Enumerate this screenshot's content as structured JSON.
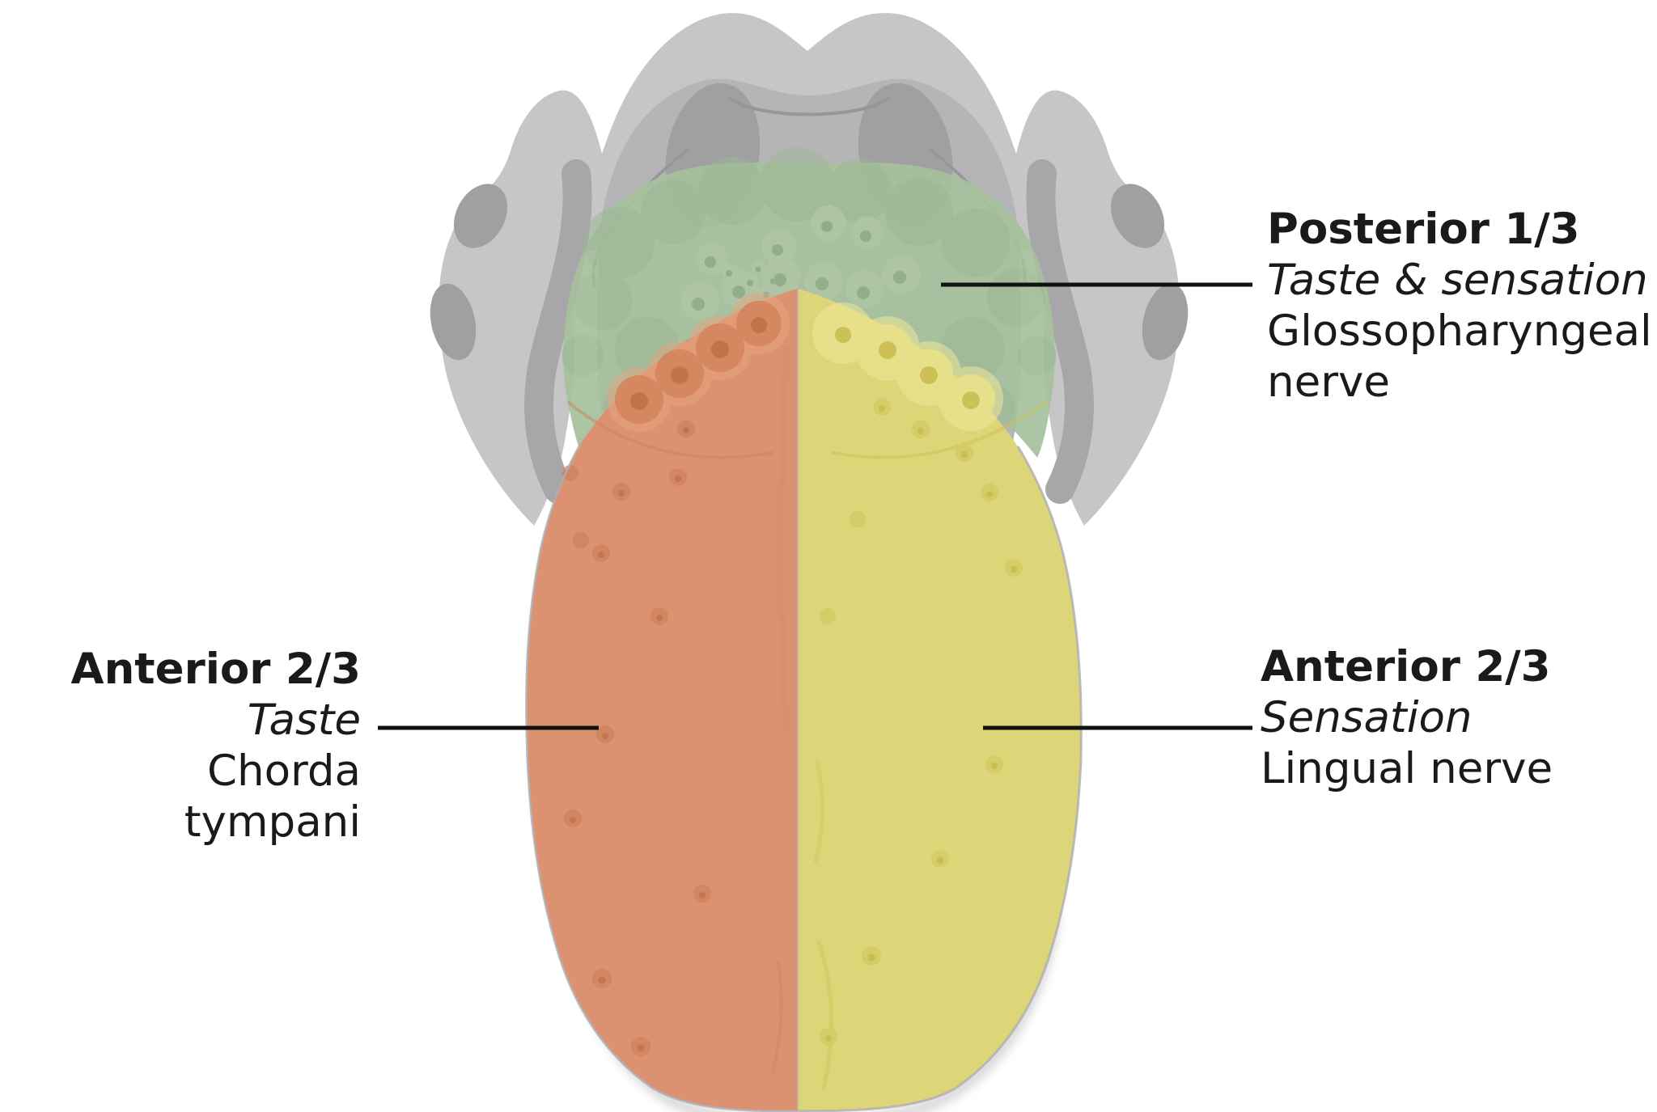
{
  "labels": {
    "posterior": {
      "heading": "Posterior 1/3",
      "modality": "Taste & sensation",
      "nerve": "Glossopharyngeal nerve"
    },
    "anterior_taste": {
      "heading": "Anterior 2/3",
      "modality": "Taste",
      "nerve": "Chorda tympani"
    },
    "anterior_sensation": {
      "heading": "Anterior 2/3",
      "modality": "Sensation",
      "nerve": "Lingual nerve"
    }
  },
  "colors": {
    "background": "#ffffff",
    "text": "#1a1a1a",
    "callout_line": "#111111",
    "posterior_region": "#a6c19d",
    "anterior_taste_region": "#dc9271",
    "anterior_sensation_region": "#ddd678",
    "jaw_light": "#c6c6c8",
    "jaw_medium": "#b5b5b7",
    "jaw_dark": "#a0a0a3"
  }
}
